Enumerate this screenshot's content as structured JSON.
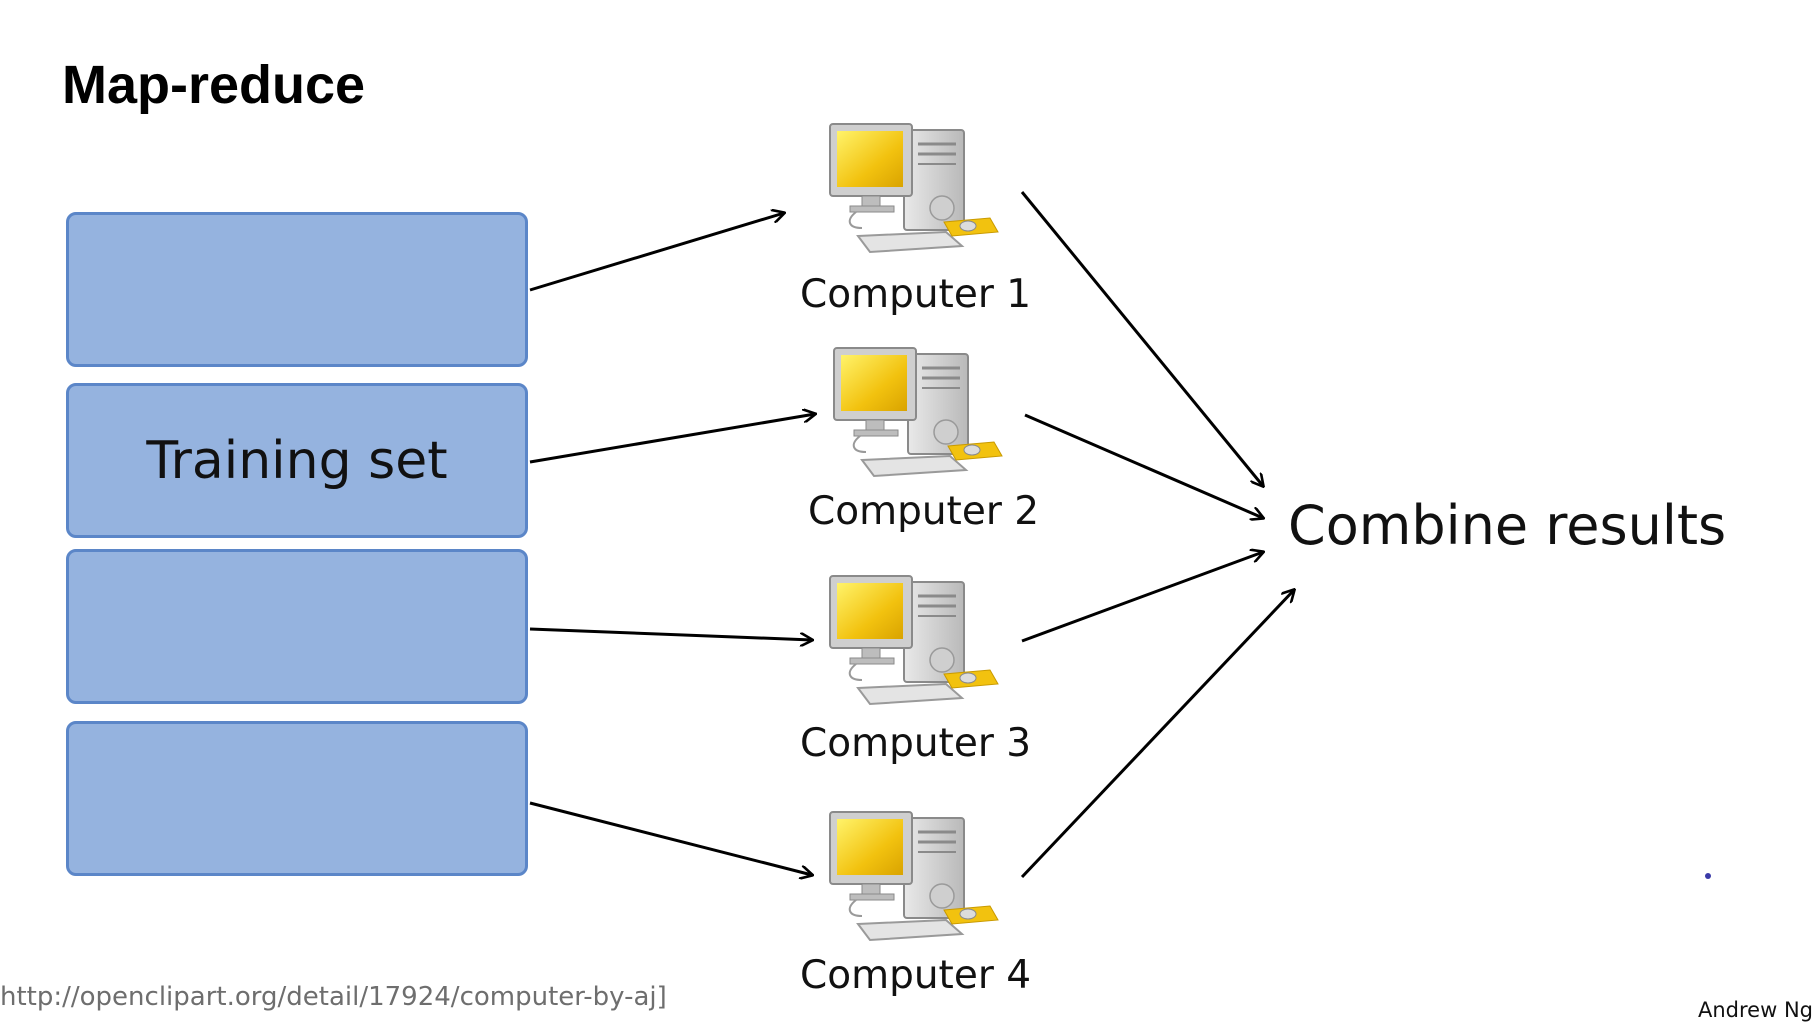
{
  "title": "Map-reduce",
  "blocks": [
    {
      "label": ""
    },
    {
      "label": "Training set"
    },
    {
      "label": ""
    },
    {
      "label": ""
    }
  ],
  "computers": [
    {
      "label": "Computer 1"
    },
    {
      "label": "Computer 2"
    },
    {
      "label": "Computer 3"
    },
    {
      "label": "Computer 4"
    }
  ],
  "combine_label": "Combine results",
  "source_credit": "http://openclipart.org/detail/17924/computer-by-aj]",
  "author": "Andrew Ng",
  "colors": {
    "block_fill": "#95b3df",
    "block_border": "#5b86c8",
    "arrow": "#000000",
    "monitor_screen": "#f2c20f"
  },
  "icons": [
    "computer-icon"
  ]
}
